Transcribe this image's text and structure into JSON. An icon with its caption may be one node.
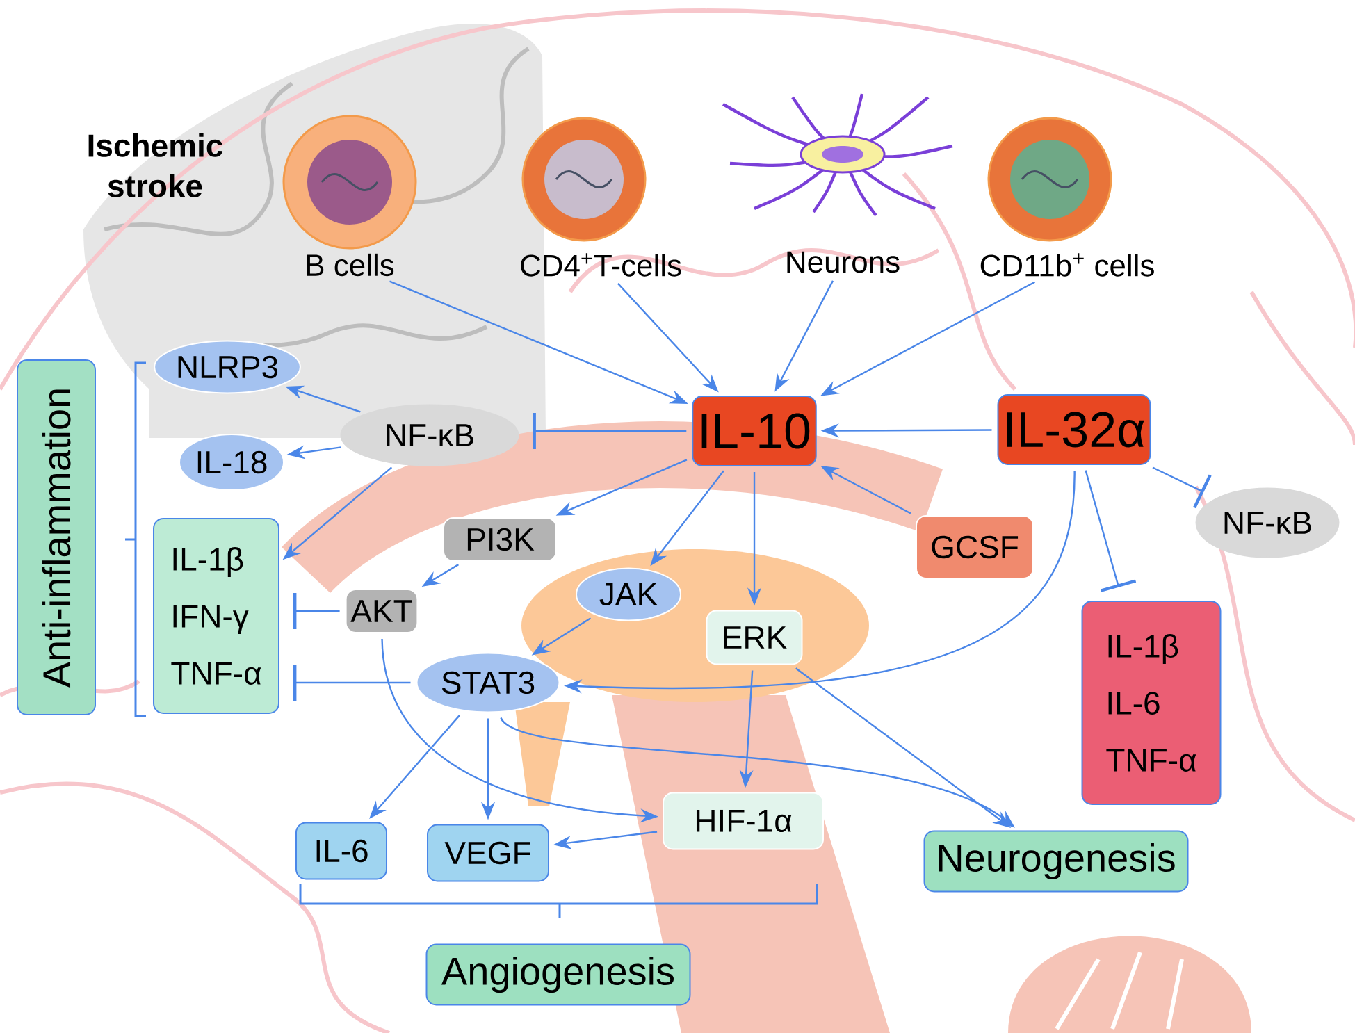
{
  "diagram": {
    "nodes": [
      {
        "text": [
          "B cells"
        ]
      },
      {
        "text": [
          "CD4$^{+}$T-cells"
        ]
      },
      {
        "text": [
          "Neurons"
        ]
      },
      {
        "text": [
          "CD11b$^{+}$ cells"
        ]
      },
      {
        "text": [
          "IL-10"
        ]
      },
      {
        "text": [
          "IL-32α"
        ]
      },
      {
        "text": [
          "NF-κB"
        ]
      },
      {
        "text": [
          "NLRP3"
        ]
      },
      {
        "text": [
          "IL-18"
        ]
      },
      {
        "text": [
          "Anti-inflammation"
        ]
      },
      {
        "text": [
          "IL-1β",
          "IFN-γ",
          "TNF-α"
        ]
      },
      {
        "text": [
          "PI3K"
        ]
      },
      {
        "text": [
          "AKT"
        ]
      },
      {
        "text": [
          "JAK"
        ]
      },
      {
        "text": [
          "ERK"
        ]
      },
      {
        "text": [
          "STAT3"
        ]
      },
      {
        "text": [
          "GCSF"
        ]
      },
      {
        "text": [
          "NF-κB"
        ]
      },
      {
        "text": [
          "IL-1β",
          "IL-6",
          "TNF-α"
        ]
      },
      {
        "text": [
          "IL-6"
        ]
      },
      {
        "text": [
          "VEGF"
        ]
      },
      {
        "text": [
          "HIF-1α"
        ]
      },
      {
        "text": [
          "Neurogenesis"
        ]
      },
      {
        "text": [
          "Angiogenesis"
        ]
      }
    ],
    "edges": [
      {
        "from": 0,
        "to": 4,
        "arrow": "to"
      },
      {
        "from": 1,
        "to": 4,
        "arrow": "to"
      },
      {
        "from": 2,
        "to": 4,
        "arrow": "to"
      },
      {
        "from": 3,
        "to": 4,
        "arrow": "to"
      },
      {
        "from": 4,
        "to": 6,
        "arrow": "other"
      },
      {
        "from": 6,
        "to": 7,
        "arrow": "to"
      },
      {
        "from": 6,
        "to": 8,
        "arrow": "to"
      },
      {
        "from": 6,
        "to": 10,
        "arrow": "to"
      },
      {
        "from": 5,
        "to": 4,
        "arrow": "to"
      },
      {
        "from": 5,
        "to": 17,
        "arrow": "other"
      },
      {
        "from": 5,
        "to": 18,
        "arrow": "other"
      },
      {
        "from": 5,
        "to": 15,
        "arrow": "to"
      },
      {
        "from": 4,
        "to": 11,
        "arrow": "to"
      },
      {
        "from": 4,
        "to": 13,
        "arrow": "to"
      },
      {
        "from": 4,
        "to": 14,
        "arrow": "to"
      },
      {
        "from": 16,
        "to": 4,
        "arrow": "to"
      },
      {
        "from": 11,
        "to": 12,
        "arrow": "to"
      },
      {
        "from": 12,
        "to": 10,
        "arrow": "other"
      },
      {
        "from": 12,
        "to": 21,
        "arrow": "to"
      },
      {
        "from": 13,
        "to": 15,
        "arrow": "to"
      },
      {
        "from": 15,
        "to": 10,
        "arrow": "other"
      },
      {
        "from": 15,
        "to": 19,
        "arrow": "to"
      },
      {
        "from": 15,
        "to": 20,
        "arrow": "to"
      },
      {
        "from": 15,
        "to": 22,
        "arrow": "to"
      },
      {
        "from": 14,
        "to": 21,
        "arrow": "to"
      },
      {
        "from": 14,
        "to": 22,
        "arrow": "to"
      },
      {
        "from": 21,
        "to": 20,
        "arrow": "to"
      }
    ],
    "labels": [
      "Ischemic stroke"
    ]
  }
}
